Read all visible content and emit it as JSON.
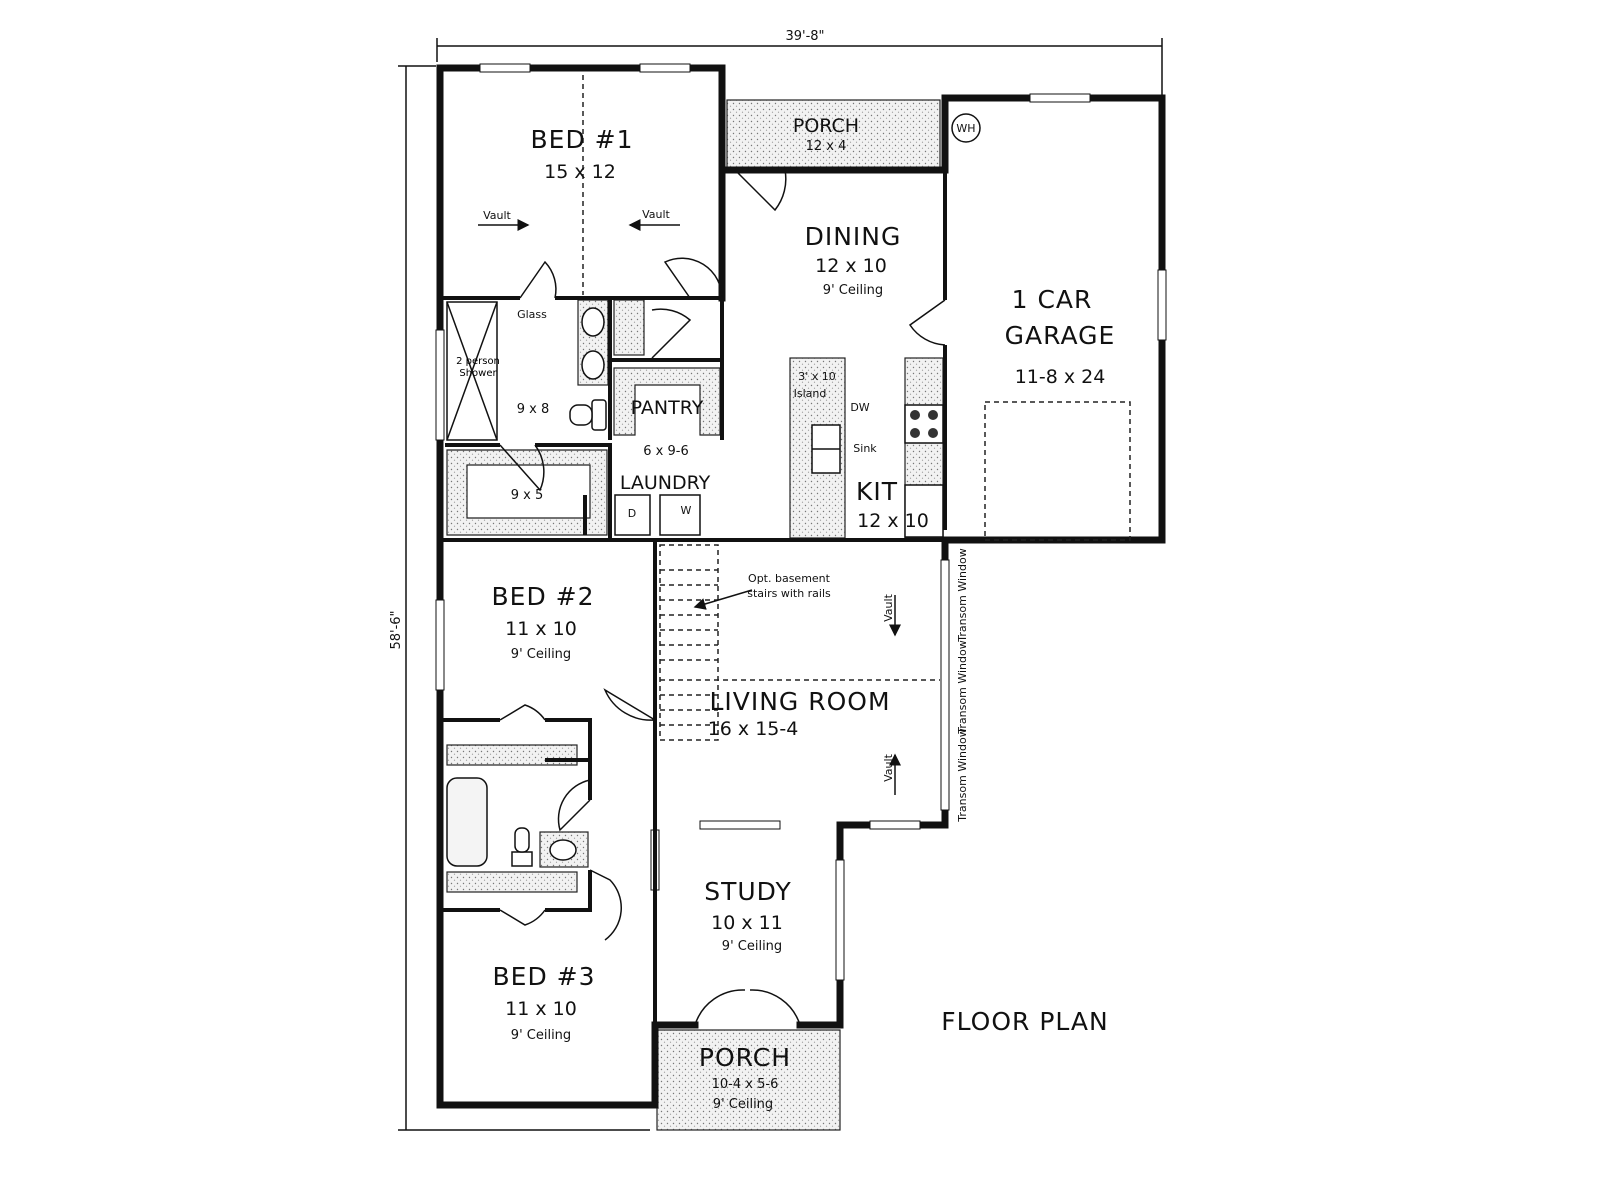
{
  "title": "FLOOR PLAN",
  "dimensions": {
    "width": "39'-8\"",
    "depth": "58'-6\""
  },
  "rooms": {
    "bed1": {
      "name": "BED #1",
      "size": "15 x 12",
      "vault_left": "Vault",
      "vault_right": "Vault"
    },
    "porch_top": {
      "name": "PORCH",
      "size": "12 x 4"
    },
    "water_heater": "WH",
    "dining": {
      "name": "DINING",
      "size": "12 x 10",
      "ceiling": "9' Ceiling"
    },
    "garage": {
      "name_line1": "1 CAR",
      "name_line2": "GARAGE",
      "size": "11-8 x 24"
    },
    "master_bath": {
      "shower": "2 person Shower",
      "glass": "Glass",
      "size": "9 x 8"
    },
    "closet": {
      "size": "9 x 5"
    },
    "pantry": {
      "name": "PANTRY",
      "size": "6 x 9-6"
    },
    "laundry": {
      "name": "LAUNDRY",
      "dryer": "D",
      "washer": "W"
    },
    "kitchen": {
      "name": "KIT",
      "size": "12 x 10",
      "island": "3' x 10",
      "island_label": "Island",
      "dw": "DW",
      "sink": "Sink"
    },
    "bed2": {
      "name": "BED #2",
      "size": "11 x 10",
      "ceiling": "9' Ceiling"
    },
    "living": {
      "name": "LIVING ROOM",
      "size": "16 x 15-4",
      "stairs_note_1": "Opt. basement",
      "stairs_note_2": "stairs with rails",
      "vault_top": "Vault",
      "vault_bottom": "Vault",
      "transom": [
        "Transom Window",
        "Transom Window",
        "Transom Window"
      ]
    },
    "study": {
      "name": "STUDY",
      "size": "10 x 11",
      "ceiling": "9' Ceiling"
    },
    "bed3": {
      "name": "BED #3",
      "size": "11 x 10",
      "ceiling": "9' Ceiling"
    },
    "porch_front": {
      "name": "PORCH",
      "size": "10-4 x 5-6",
      "ceiling": "9' Ceiling"
    }
  }
}
